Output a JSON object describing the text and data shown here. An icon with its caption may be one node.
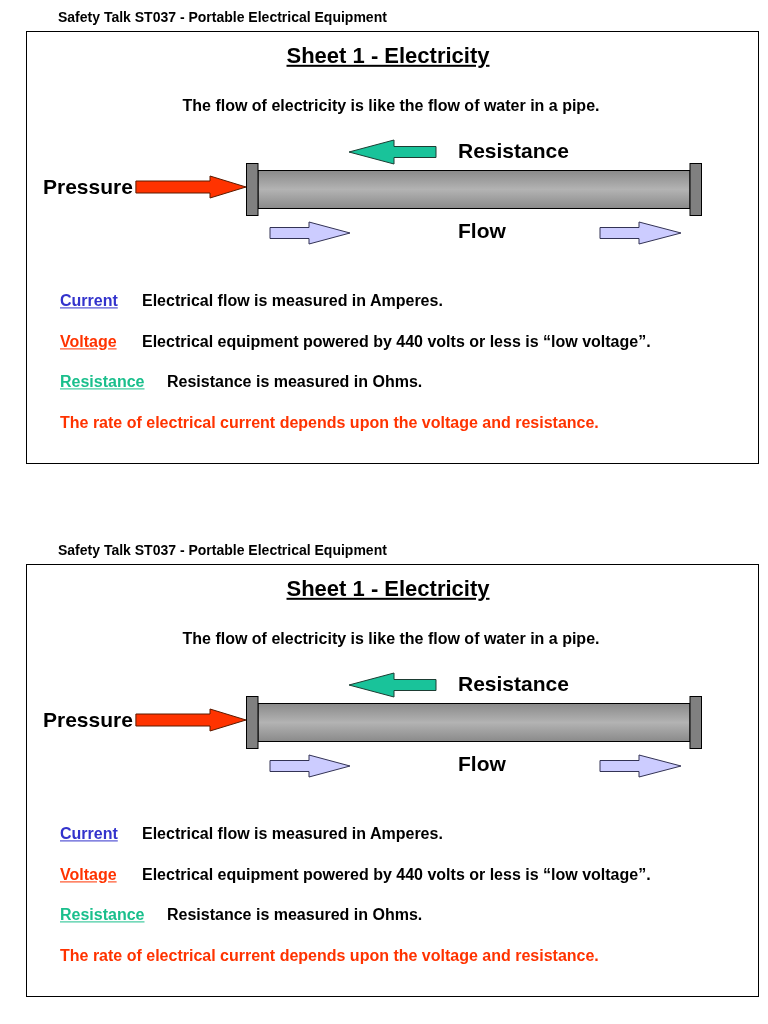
{
  "diagram": {
    "nodes": [
      {
        "text": [
          "Sheet 1 - Electricity",
          "The flow of electricity is like the flow of water in a pipe.",
          "Resistance",
          "Flow",
          "Current",
          "Electrical flow is measured in Amperes.",
          "Voltage",
          "Electrical equipment powered by 440 volts or less is “low voltage”.",
          "Resistance",
          "Resistance is measured in Ohms.",
          "The rate of electrical current depends upon the voltage and resistance."
        ]
      },
      {
        "text": [
          "Pressure"
        ],
        "in": 0
      },
      {
        "text": [],
        "shape": "cylinder",
        "in": 0
      },
      {
        "text": [
          "Sheet 1 - Electricity",
          "The flow of electricity is like the flow of water in a pipe.",
          "Resistance",
          "Flow",
          "Current",
          "Electrical flow is measured in Amperes.",
          "Voltage",
          "Electrical equipment powered by 440 volts or less is “low voltage”.",
          "Resistance",
          "Resistance is measured in Ohms.",
          "The rate of electrical current depends upon the voltage and resistance."
        ]
      },
      {
        "text": [
          "Pressure"
        ],
        "in": 3
      },
      {
        "text": [],
        "shape": "cylinder",
        "in": 3
      }
    ],
    "edges": [
      {
        "from": 1,
        "to": 2,
        "arrow": "to"
      },
      {
        "from": 4,
        "to": 5,
        "arrow": "to"
      }
    ],
    "labels": [
      "Safety Talk ST037 - Portable Electrical Equipment",
      "Safety Talk ST037 - Portable Electrical Equipment"
    ]
  }
}
